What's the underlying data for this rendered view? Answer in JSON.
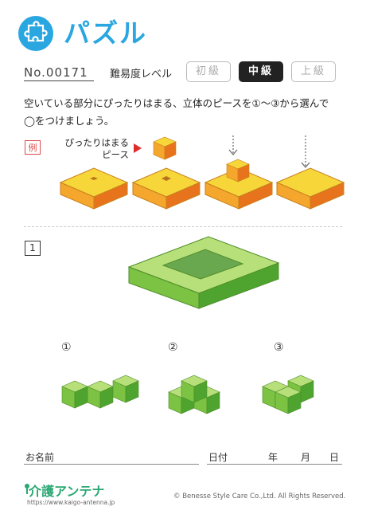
{
  "header": {
    "title": "パズル",
    "logo_icon": "puzzle-piece-icon",
    "accent": "#2aa6e0"
  },
  "meta": {
    "number": "No.00171",
    "difficulty_label": "難易度レベル",
    "levels": [
      "初級",
      "中級",
      "上級"
    ],
    "selected_level": "中級"
  },
  "instruction": {
    "line1": "空いている部分にぴったりはまる、立体のピースを①～③から選んで",
    "line2": "◯をつけましょう。"
  },
  "example": {
    "badge": "例",
    "label_line1": "ぴったりはまる",
    "label_line2": "ピース"
  },
  "question": {
    "number": "1",
    "options": [
      "①",
      "②",
      "③"
    ]
  },
  "footer": {
    "name_label": "お名前",
    "date_label": "日付",
    "year": "年",
    "month": "月",
    "day": "日",
    "brand": "介護アンテナ",
    "url": "https://www.kaigo-antenna.jp",
    "copyright": "© Benesse Style Care Co.,Ltd. All Rights Reserved."
  }
}
